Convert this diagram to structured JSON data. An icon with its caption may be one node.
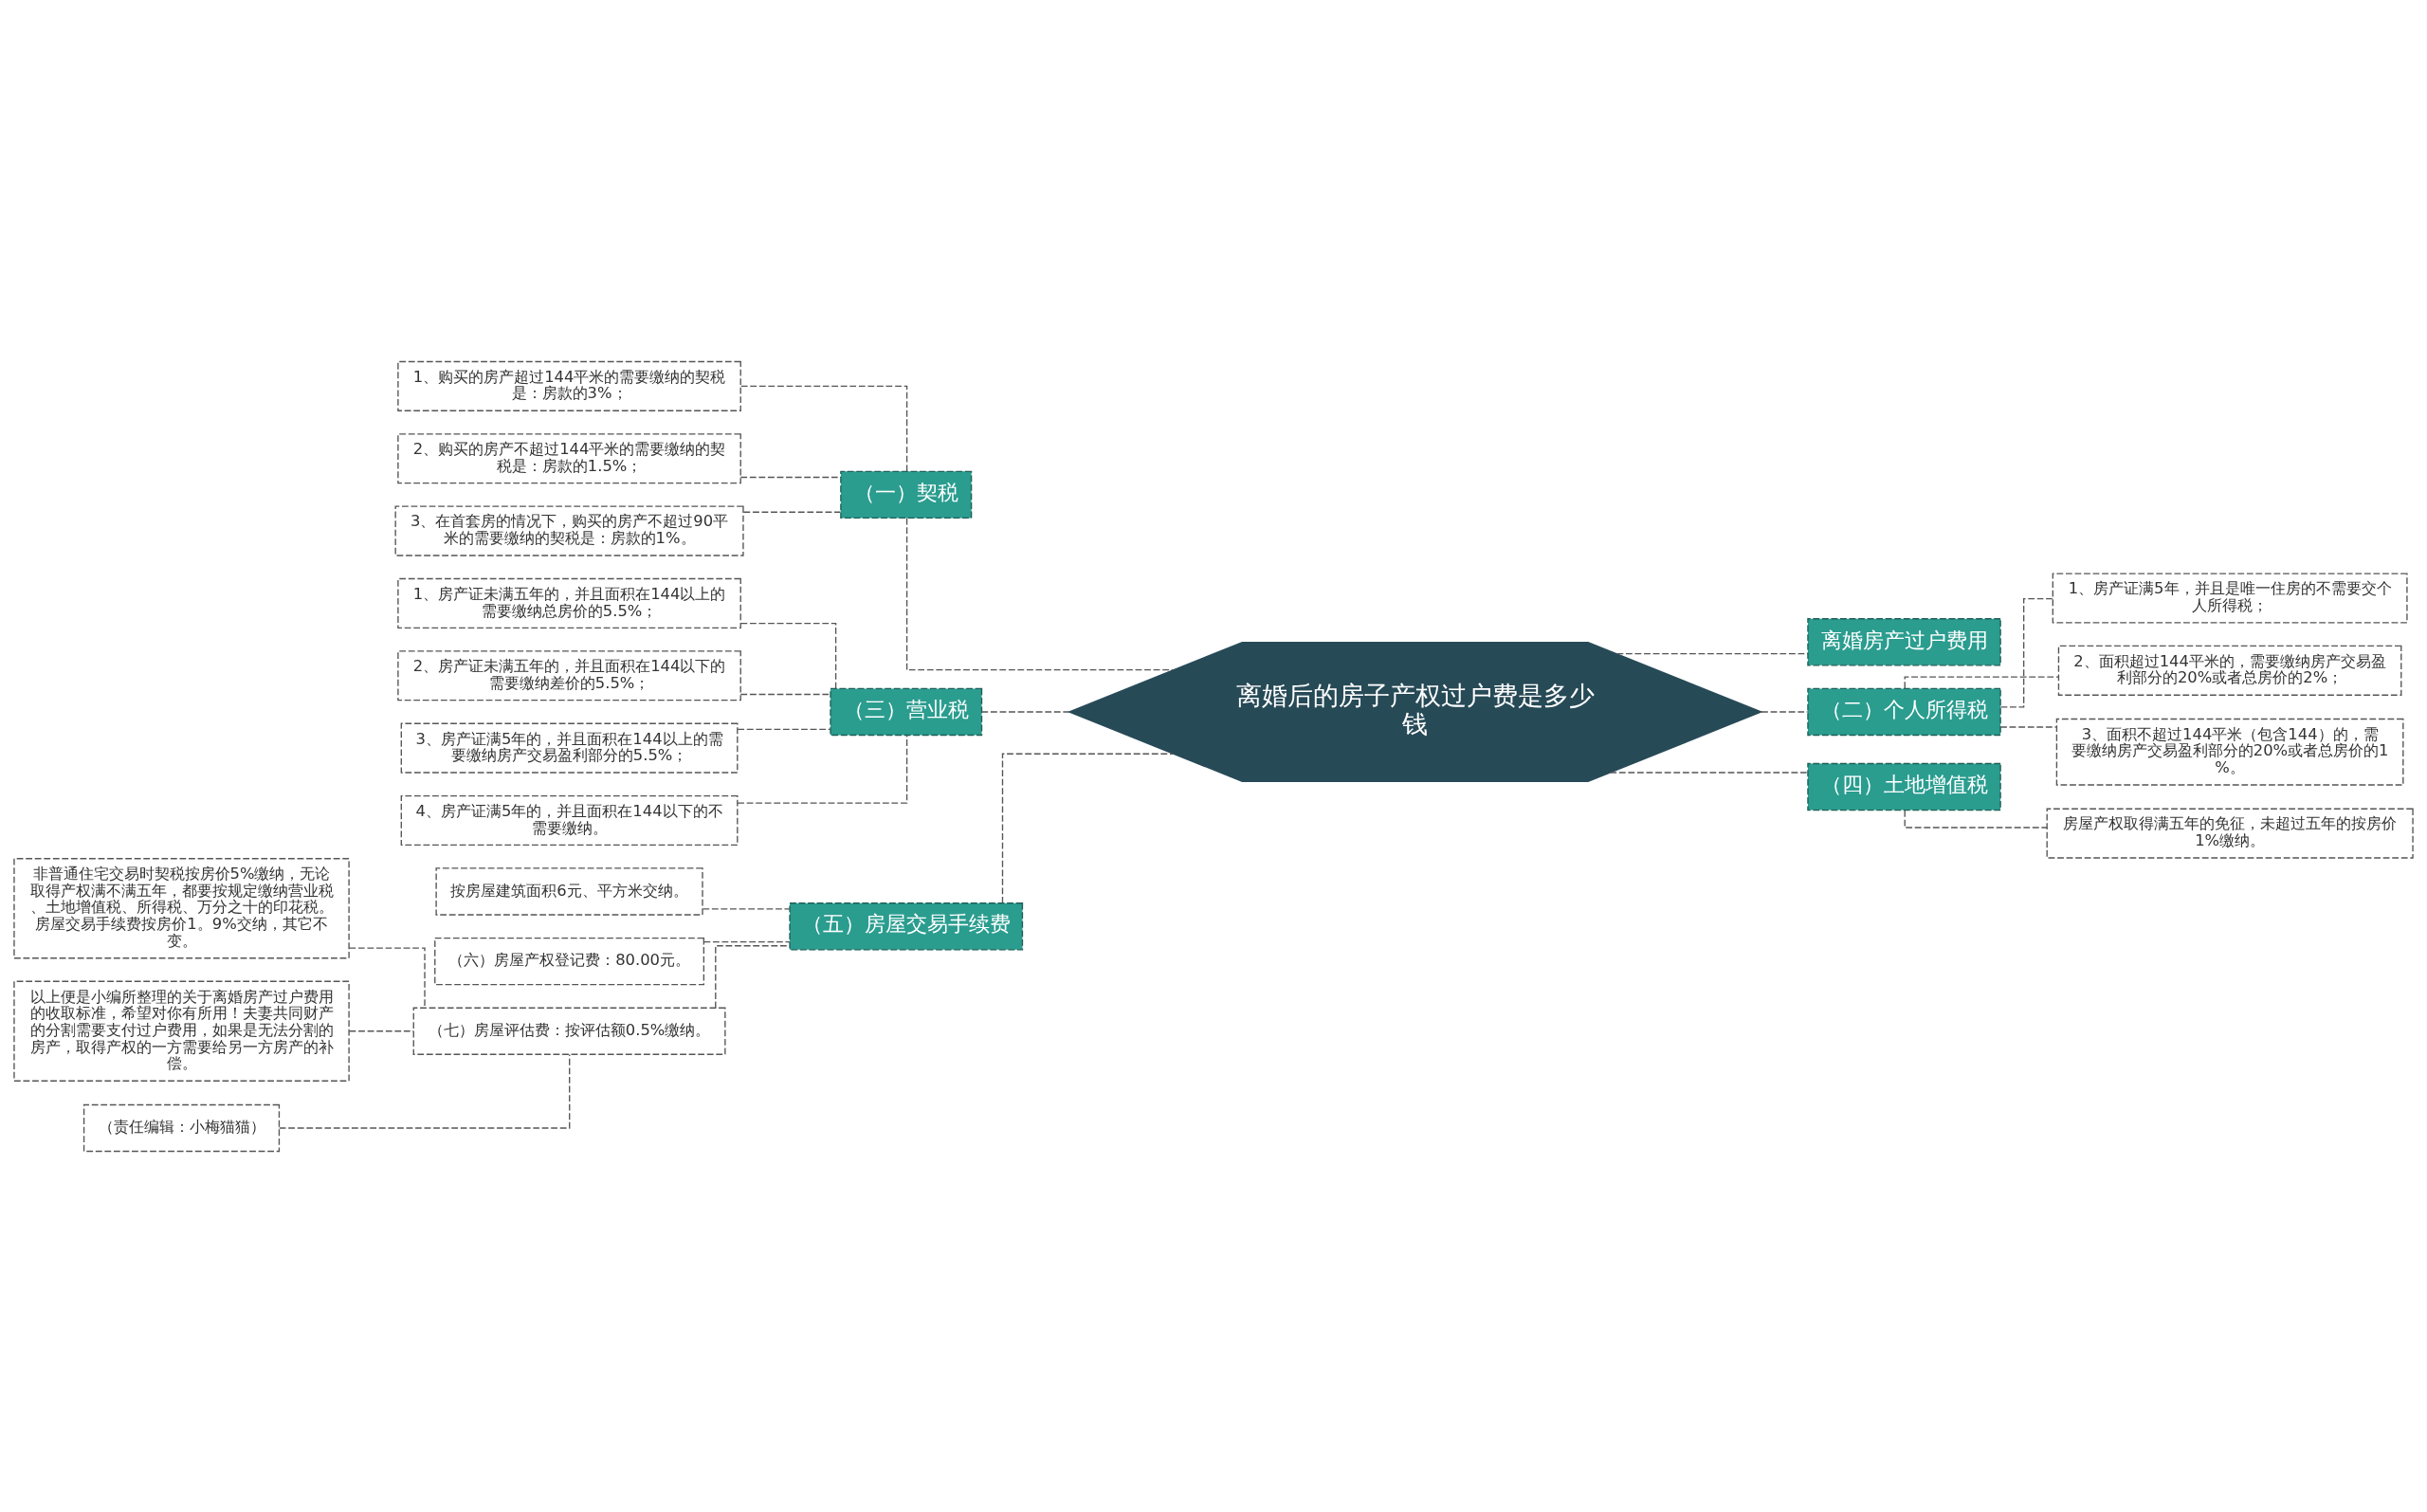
{
  "diagram": {
    "nodes": [
      {
        "text": [
          "离婚后的房子产权过户费是多少钱"
        ]
      },
      {
        "text": [
          "（一）契税"
        ]
      },
      {
        "text": [
          "1、购买的房产超过144平米的需要缴纳的契税是：房款的3%；"
        ]
      },
      {
        "text": [
          "2、购买的房产不超过144平米的需要缴纳的契税是：房款的1.5%；"
        ]
      },
      {
        "text": [
          "3、在首套房的情况下，购买的房产不超过90平米的需要缴纳的契税是：房款的1%。"
        ]
      },
      {
        "text": [
          "（三）营业税"
        ]
      },
      {
        "text": [
          "1、房产证未满五年的，并且面积在144以上的需要缴纳总房价的5.5%；"
        ]
      },
      {
        "text": [
          "2、房产证未满五年的，并且面积在144以下的需要缴纳差价的5.5%；"
        ]
      },
      {
        "text": [
          "3、房产证满5年的，并且面积在144以上的需要缴纳房产交易盈利部分的5.5%；"
        ]
      },
      {
        "text": [
          "4、房产证满5年的，并且面积在144以下的不需要缴纳。"
        ]
      },
      {
        "text": [
          "（五）房屋交易手续费"
        ]
      },
      {
        "text": [
          "按房屋建筑面积6元、平方米交纳。"
        ]
      },
      {
        "text": [
          "（六）房屋产权登记费：80.00元。"
        ]
      },
      {
        "text": [
          "（七）房屋评估费：按评估额0.5%缴纳。"
        ]
      },
      {
        "text": [
          "非普通住宅交易时契税按房价5%缴纳，无论取得产权满不满五年，都要按规定缴纳营业税、土地增值税、所得税、万分之十的印花税。房屋交易手续费按房价1。9%交纳，其它不变。"
        ]
      },
      {
        "text": [
          "以上便是小编所整理的关于离婚房产过户费用的收取标准，希望对你有所用！夫妻共同财产的分割需要支付过户费用，如果是无法分割的房产，取得产权的一方需要给另一方房产的补偿。"
        ]
      },
      {
        "text": [
          "（责任编辑：小梅猫猫）"
        ]
      },
      {
        "text": [
          "离婚房产过户费用"
        ]
      },
      {
        "text": [
          "（二）个人所得税"
        ]
      },
      {
        "text": [
          "1、房产证满5年，并且是唯一住房的不需要交个人所得税；"
        ]
      },
      {
        "text": [
          "2、面积超过144平米的，需要缴纳房产交易盈利部分的20%或者总房价的2%；"
        ]
      },
      {
        "text": [
          "3、面积不超过144平米（包含144）的，需要缴纳房产交易盈利部分的20%或者总房价的1%。"
        ]
      },
      {
        "text": [
          "（四）土地增值税"
        ]
      },
      {
        "text": [
          "房屋产权取得满五年的免征，未超过五年的按房价1%缴纳。"
        ]
      }
    ],
    "edges": [
      {
        "from": 1,
        "to": 0,
        "arrow": "none",
        "style": "dashed"
      },
      {
        "from": 2,
        "to": 1,
        "arrow": "none",
        "style": "dashed"
      },
      {
        "from": 3,
        "to": 1,
        "arrow": "none",
        "style": "dashed"
      },
      {
        "from": 4,
        "to": 1,
        "arrow": "none",
        "style": "dashed"
      },
      {
        "from": 5,
        "to": 0,
        "arrow": "none",
        "style": "dashed"
      },
      {
        "from": 6,
        "to": 5,
        "arrow": "none",
        "style": "dashed"
      },
      {
        "from": 7,
        "to": 5,
        "arrow": "none",
        "style": "dashed"
      },
      {
        "from": 8,
        "to": 5,
        "arrow": "none",
        "style": "dashed"
      },
      {
        "from": 9,
        "to": 5,
        "arrow": "none",
        "style": "dashed"
      },
      {
        "from": 10,
        "to": 0,
        "arrow": "none",
        "style": "dashed"
      },
      {
        "from": 11,
        "to": 10,
        "arrow": "none",
        "style": "dashed"
      },
      {
        "from": 12,
        "to": 10,
        "arrow": "none",
        "style": "dashed"
      },
      {
        "from": 13,
        "to": 10,
        "arrow": "none",
        "style": "dashed"
      },
      {
        "from": 14,
        "to": 13,
        "arrow": "none",
        "style": "dashed"
      },
      {
        "from": 15,
        "to": 13,
        "arrow": "none",
        "style": "dashed"
      },
      {
        "from": 16,
        "to": 13,
        "arrow": "none",
        "style": "dashed"
      },
      {
        "from": 0,
        "to": 17,
        "arrow": "none",
        "style": "dashed"
      },
      {
        "from": 0,
        "to": 18,
        "arrow": "none",
        "style": "dashed"
      },
      {
        "from": 18,
        "to": 19,
        "arrow": "none",
        "style": "dashed"
      },
      {
        "from": 18,
        "to": 20,
        "arrow": "none",
        "style": "dashed"
      },
      {
        "from": 18,
        "to": 21,
        "arrow": "none",
        "style": "dashed"
      },
      {
        "from": 0,
        "to": 22,
        "arrow": "none",
        "style": "dashed"
      },
      {
        "from": 22,
        "to": 23,
        "arrow": "none",
        "style": "dashed"
      }
    ]
  }
}
